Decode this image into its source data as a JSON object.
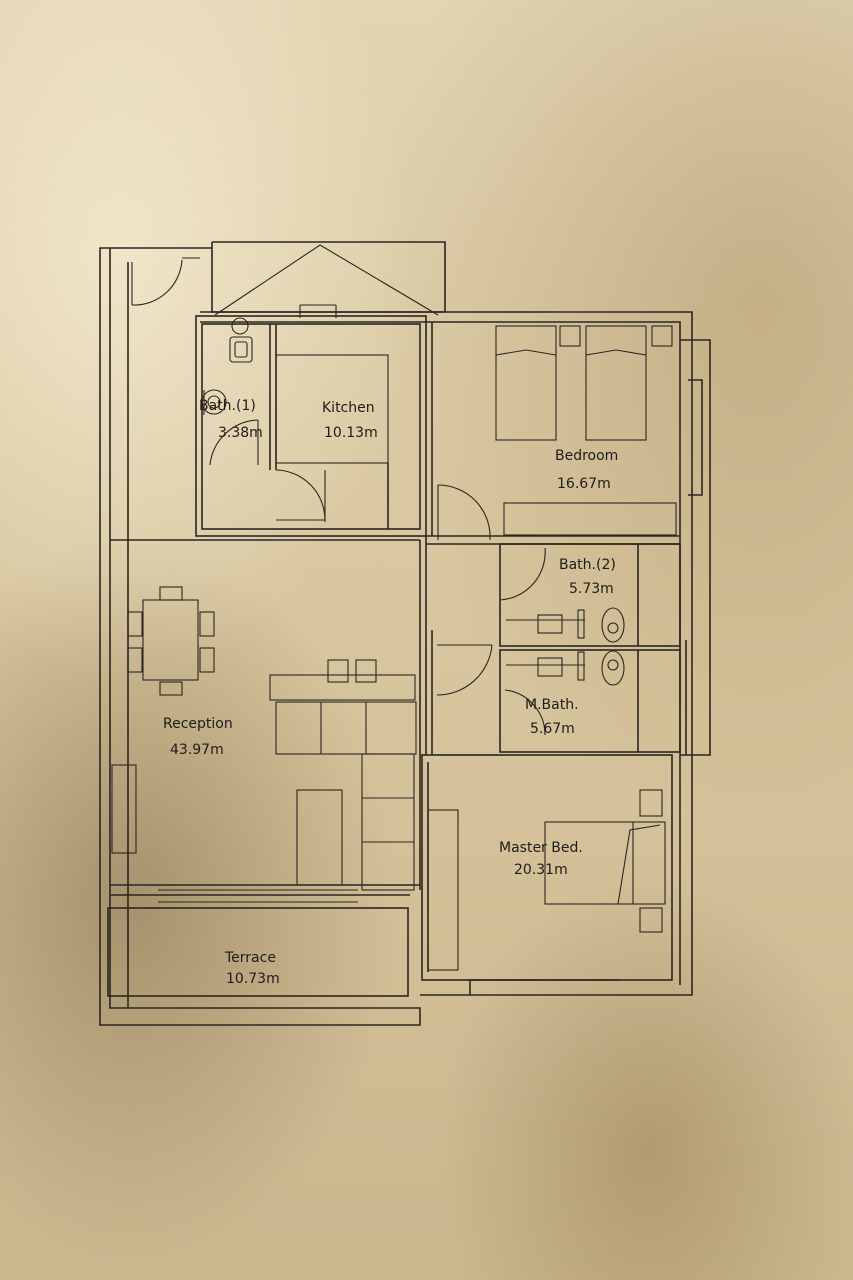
{
  "rooms": {
    "bath1": {
      "name": "Bath.(1)",
      "area": "3.38m"
    },
    "kitchen": {
      "name": "Kitchen",
      "area": "10.13m"
    },
    "bedroom": {
      "name": "Bedroom",
      "area": "16.67m"
    },
    "bath2": {
      "name": "Bath.(2)",
      "area": "5.73m"
    },
    "reception": {
      "name": "Reception",
      "area": "43.97m"
    },
    "mbath": {
      "name": "M.Bath.",
      "area": "5.67m"
    },
    "master": {
      "name": "Master Bed.",
      "area": "20.31m"
    },
    "terrace": {
      "name": "Terrace",
      "area": "10.73m"
    }
  },
  "colors": {
    "ink": "#2a2622",
    "paper": "#e3d5b3"
  }
}
